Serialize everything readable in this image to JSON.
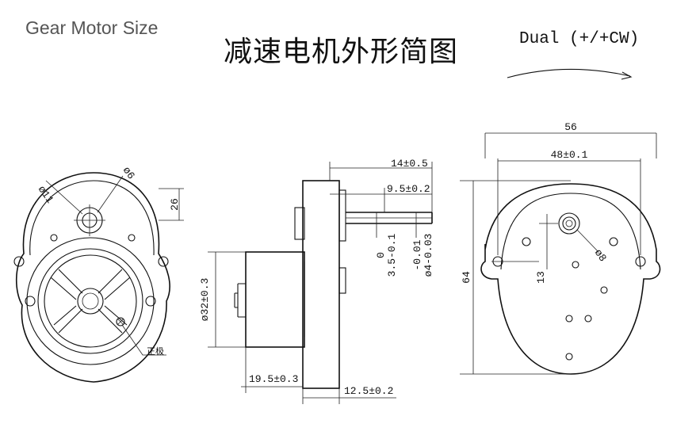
{
  "header": {
    "title": "Gear Motor Size",
    "main_title": "减速电机外形简图",
    "direction": "Dual (+/+CW)"
  },
  "front_view": {
    "dia_shaft_boss": "ø11",
    "dia_shaft": "ø6",
    "height_to_shaft": "26",
    "positive_terminal": "正极"
  },
  "side_view": {
    "shaft_length_total": "14±0.5",
    "shaft_length_flat": "9.5±0.2",
    "flat_tol_a": "0",
    "flat_size": "3.5-0.1",
    "shaft_tol_a": "-0.01",
    "shaft_size": "ø4-0.03",
    "motor_diameter": "ø32±0.3",
    "motor_length": "19.5±0.3",
    "gearbox_depth": "12.5±0.2"
  },
  "back_view": {
    "overall_width": "56",
    "hole_spacing": "48±0.1",
    "overall_height": "64",
    "shaft_offset": "13",
    "boss_diameter": "ø8"
  }
}
